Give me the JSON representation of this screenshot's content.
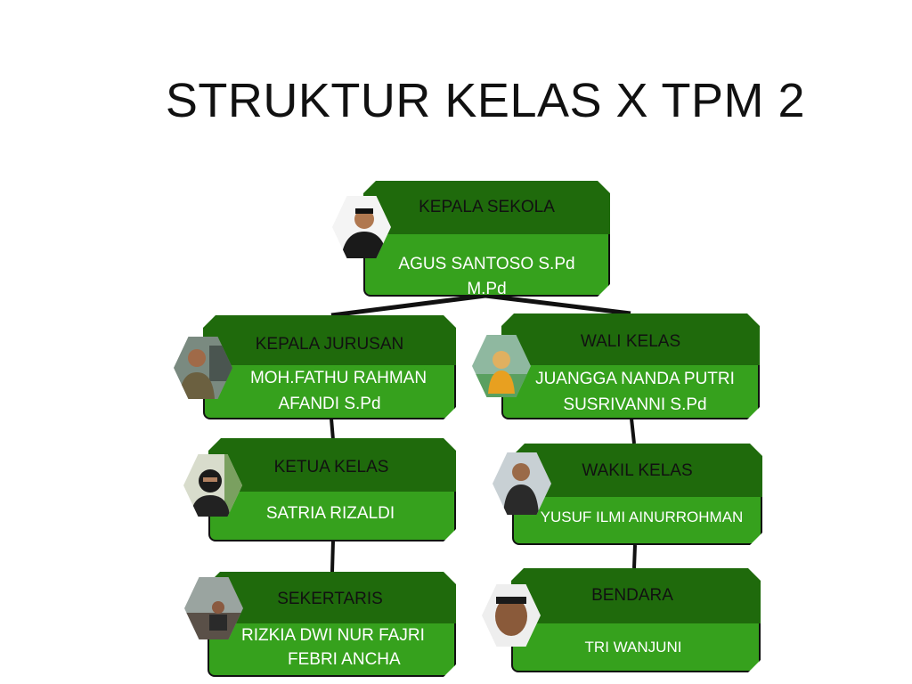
{
  "title": "STRUKTUR KELAS X TPM 2",
  "colors": {
    "header": "#1f6a0c",
    "body": "#36a11d",
    "name_text": "#ffffff",
    "role_text": "#111111",
    "line": "#111111"
  },
  "nodes": {
    "kepala_sekolah": {
      "role": "KEPALA SEKOLA",
      "name_line1": "AGUS SANTOSO S.Pd",
      "name_line2": "M.Pd"
    },
    "kepala_jurusan": {
      "role": "KEPALA JURUSAN",
      "name_line1": "MOH.FATHU RAHMAN",
      "name_line2": "AFANDI S.Pd"
    },
    "wali_kelas": {
      "role": "WALI KELAS",
      "name_line1": "JUANGGA NANDA PUTRI",
      "name_line2": "SUSRIVANNI S.Pd"
    },
    "ketua_kelas": {
      "role": "KETUA KELAS",
      "name_line1": "SATRIA RIZALDI"
    },
    "wakil_kelas": {
      "role": "WAKIL KELAS",
      "name_line1": "YUSUF ILMI AINURROHMAN"
    },
    "sekertaris": {
      "role": "SEKERTARIS",
      "name_line1": "RIZKIA DWI NUR FAJRI",
      "name_line2": "FEBRI ANCHA"
    },
    "bendara": {
      "role": "BENDARA",
      "name_line1": "TRI WANJUNI"
    }
  }
}
